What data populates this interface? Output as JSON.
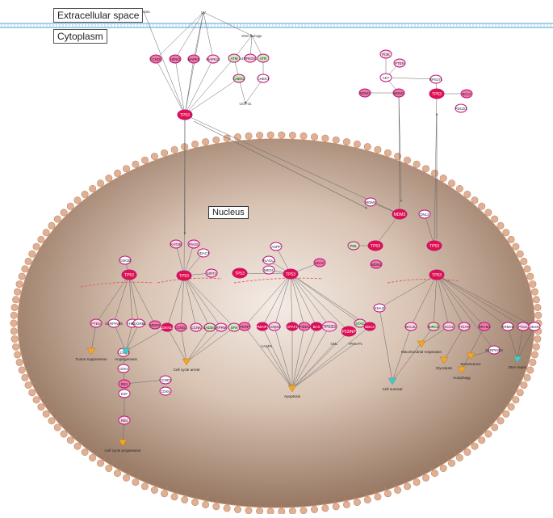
{
  "regions": {
    "extracellular": "Extracellular space",
    "cytoplasm": "Cytoplasm",
    "nucleus": "Nucleus"
  },
  "colors": {
    "node_strong": "#e0104f",
    "node_mid": "#f07aa8",
    "node_light": "#fbd7e6",
    "node_green": "#cfe9c0",
    "node_white": "#ffffff",
    "node_outline": "#c0157f",
    "function_orange": "#f5a623",
    "function_cyan": "#2fd0e0",
    "membrane_blue": "#a6cfe8",
    "nucleus_dark": "#8a6a54",
    "nucleus_light": "#f1e7e0",
    "envelope_bead": "#e0b094",
    "edge": "#666666",
    "inhibit": "#e35b5b"
  },
  "nodes": [
    {
      "id": "hypoxia",
      "label": "Hypoxia",
      "kind": "text"
    },
    {
      "id": "uv",
      "label": "UV",
      "kind": "text"
    },
    {
      "id": "dna_damage",
      "label": "DNA damage",
      "kind": "text"
    },
    {
      "id": "cdc14b",
      "label": "CDC14B",
      "kind": "text"
    },
    {
      "id": "cdk4d",
      "label": "CDK4/D",
      "kind": "text"
    },
    {
      "id": "ccnd1a",
      "label": "CCND1",
      "kind": "gene",
      "shade": "mid"
    },
    {
      "id": "hipk2",
      "label": "HIPK2",
      "kind": "gene",
      "shade": "mid"
    },
    {
      "id": "mapk8",
      "label": "MAPK8",
      "kind": "gene",
      "shade": "mid"
    },
    {
      "id": "mapk14",
      "label": "MAPK14",
      "kind": "gene",
      "shade": "light"
    },
    {
      "id": "atm",
      "label": "ATM",
      "kind": "gene",
      "shade": "green"
    },
    {
      "id": "prkdc",
      "label": "PRKDC",
      "kind": "gene",
      "shade": "light"
    },
    {
      "id": "atr",
      "label": "ATR",
      "kind": "gene",
      "shade": "green"
    },
    {
      "id": "chek2",
      "label": "CHEK2",
      "kind": "gene",
      "shade": "green"
    },
    {
      "id": "chek1",
      "label": "CHEK1",
      "kind": "gene",
      "shade": "white"
    },
    {
      "id": "ubc",
      "label": "UCH-31",
      "kind": "text"
    },
    {
      "id": "tp53_cyto",
      "label": "TP53",
      "kind": "gene",
      "shade": "strong"
    },
    {
      "id": "pi3k",
      "label": "PI3K",
      "kind": "gene",
      "shade": "light"
    },
    {
      "id": "pten_c",
      "label": "PTEN",
      "kind": "gene",
      "shade": "light"
    },
    {
      "id": "akt",
      "label": "AKT",
      "kind": "gene",
      "shade": "white"
    },
    {
      "id": "mdm2_a",
      "label": "MDM2",
      "kind": "gene",
      "shade": "mid"
    },
    {
      "id": "mdm2_b",
      "label": "MDM2",
      "kind": "gene",
      "shade": "mid"
    },
    {
      "id": "rps27l",
      "label": "RPS27L",
      "kind": "gene",
      "shade": "white"
    },
    {
      "id": "tp53_c2",
      "label": "TP53",
      "kind": "gene",
      "shade": "strong"
    },
    {
      "id": "bcl2",
      "label": "BCL2",
      "kind": "gene",
      "shade": "mid"
    },
    {
      "id": "pdcd1",
      "label": "PDCD1",
      "kind": "gene",
      "shade": "white"
    },
    {
      "id": "mdm4",
      "label": "MDM4",
      "kind": "gene",
      "shade": "white"
    },
    {
      "id": "mdm2_n",
      "label": "MDM2",
      "kind": "gene",
      "shade": "strong"
    },
    {
      "id": "dnl3",
      "label": "DNL3",
      "kind": "gene",
      "shade": "white"
    },
    {
      "id": "pml",
      "label": "PML",
      "kind": "gene",
      "shade": "green"
    },
    {
      "id": "tp53_n1",
      "label": "TP53",
      "kind": "gene",
      "shade": "strong"
    },
    {
      "id": "tp53_n2",
      "label": "TP53",
      "kind": "gene",
      "shade": "strong"
    },
    {
      "id": "mdm2_n2",
      "label": "MDM2",
      "kind": "gene",
      "shade": "mid"
    },
    {
      "id": "kat2b",
      "label": "KAT2B",
      "kind": "gene",
      "shade": "light"
    },
    {
      "id": "pias1",
      "label": "PIAS1",
      "kind": "gene",
      "shade": "light"
    },
    {
      "id": "hdac1",
      "label": "HDAC1",
      "kind": "gene",
      "shade": "white"
    },
    {
      "id": "sirt1",
      "label": "SIRT1",
      "kind": "gene",
      "shade": "light"
    },
    {
      "id": "tp53_k",
      "label": "TP53",
      "kind": "gene",
      "shade": "strong"
    },
    {
      "id": "gsk3b",
      "label": "GSK3B",
      "kind": "gene",
      "shade": "white"
    },
    {
      "id": "tp53_l",
      "label": "TP53",
      "kind": "gene",
      "shade": "strong"
    },
    {
      "id": "asp",
      "label": "ASPP",
      "kind": "gene",
      "shade": "white"
    },
    {
      "id": "plagl1",
      "label": "PLAGL1",
      "kind": "gene",
      "shade": "white"
    },
    {
      "id": "med1",
      "label": "MED1",
      "kind": "gene",
      "shade": "white"
    },
    {
      "id": "tp53_a",
      "label": "TP53",
      "kind": "gene",
      "shade": "strong"
    },
    {
      "id": "hda",
      "label": "HDAC",
      "kind": "gene",
      "shade": "mid"
    },
    {
      "id": "tp53_r",
      "label": "TP53",
      "kind": "gene",
      "shade": "strong"
    },
    {
      "id": "pten",
      "label": "PTEN",
      "kind": "gene",
      "shade": "light"
    },
    {
      "id": "serpinb5",
      "label": "SERPINB5",
      "kind": "gene",
      "shade": "white"
    },
    {
      "id": "thbs1",
      "label": "THBS1",
      "kind": "gene",
      "shade": "white"
    },
    {
      "id": "adgrb1",
      "label": "ADGRB1",
      "kind": "gene",
      "shade": "white"
    },
    {
      "id": "mdm2_l",
      "label": "MDM2",
      "kind": "gene",
      "shade": "mid"
    },
    {
      "id": "cdkn1a",
      "label": "CDKN1A",
      "kind": "gene",
      "shade": "strong"
    },
    {
      "id": "ccng1",
      "label": "CCNG1",
      "kind": "gene",
      "shade": "mid"
    },
    {
      "id": "ccnk",
      "label": "CCNK",
      "kind": "gene",
      "shade": "light"
    },
    {
      "id": "gadd45",
      "label": "GADD45",
      "kind": "gene",
      "shade": "green"
    },
    {
      "id": "rprm",
      "label": "RPRM",
      "kind": "gene",
      "shade": "light"
    },
    {
      "id": "sfn",
      "label": "SFN",
      "kind": "gene",
      "shade": "green"
    },
    {
      "id": "perp",
      "label": "PERP",
      "kind": "gene",
      "shade": "mid"
    },
    {
      "id": "pmaip1",
      "label": "PMAIP1",
      "kind": "gene",
      "shade": "strong"
    },
    {
      "id": "coq8a",
      "label": "COQ8A",
      "kind": "gene",
      "shade": "light"
    },
    {
      "id": "apaf1",
      "label": "APAF1",
      "kind": "gene",
      "shade": "strong"
    },
    {
      "id": "pidd1",
      "label": "PIDD1",
      "kind": "gene",
      "shade": "mid"
    },
    {
      "id": "bax",
      "label": "BAX",
      "kind": "gene",
      "shade": "strong"
    },
    {
      "id": "tp53i3",
      "label": "TP53I3",
      "kind": "gene",
      "shade": "light"
    },
    {
      "id": "tp53inp1",
      "label": "TP53INP1",
      "kind": "gene",
      "shade": "strong"
    },
    {
      "id": "stag",
      "label": "STAG",
      "kind": "gene",
      "shade": "green"
    },
    {
      "id": "bbc3",
      "label": "BBC3",
      "kind": "gene",
      "shade": "strong"
    },
    {
      "id": "casp6",
      "label": "CASP6",
      "kind": "text"
    },
    {
      "id": "gml",
      "label": "GML",
      "kind": "text"
    },
    {
      "id": "tp53ap1",
      "label": "TP53AP1",
      "kind": "text"
    },
    {
      "id": "tp53_s",
      "label": "TP53",
      "kind": "gene",
      "shade": "strong"
    },
    {
      "id": "snai2",
      "label": "SNAI2",
      "kind": "gene",
      "shade": "white"
    },
    {
      "id": "bcl2l",
      "label": "BCL2L",
      "kind": "gene",
      "shade": "light"
    },
    {
      "id": "birc5",
      "label": "BIRC5",
      "kind": "gene",
      "shade": "green"
    },
    {
      "id": "sco2",
      "label": "SCO2",
      "kind": "gene",
      "shade": "light"
    },
    {
      "id": "tigar",
      "label": "TIGAR",
      "kind": "gene",
      "shade": "light"
    },
    {
      "id": "dram1",
      "label": "DRAM1",
      "kind": "gene",
      "shade": "mid"
    },
    {
      "id": "serpine2",
      "label": "SERPINE2",
      "kind": "gene",
      "shade": "white"
    },
    {
      "id": "rrm2b",
      "label": "RRM2B",
      "kind": "gene",
      "shade": "white"
    },
    {
      "id": "polk",
      "label": "POLK",
      "kind": "gene",
      "shade": "light"
    },
    {
      "id": "sesn",
      "label": "SESN",
      "kind": "gene",
      "shade": "white"
    },
    {
      "id": "ccnd1b",
      "label": "CCND1",
      "kind": "gene",
      "shade": "white"
    },
    {
      "id": "cdk4",
      "label": "CDK4",
      "kind": "gene",
      "shade": "white"
    },
    {
      "id": "ccnd2",
      "label": "CCND2",
      "kind": "gene",
      "shade": "white"
    },
    {
      "id": "cdk6",
      "label": "CDK6",
      "kind": "gene",
      "shade": "white"
    },
    {
      "id": "rb1",
      "label": "RB1",
      "kind": "gene",
      "shade": "mid"
    },
    {
      "id": "e2f",
      "label": "E2F",
      "kind": "gene",
      "shade": "white"
    },
    {
      "id": "rb1b",
      "label": "RB1",
      "kind": "gene",
      "shade": "light"
    }
  ],
  "functions": [
    {
      "id": "tumor",
      "label": "Tumor suppression",
      "color": "orange"
    },
    {
      "id": "angio",
      "label": "Angiogenesis",
      "color": "cyan"
    },
    {
      "id": "arrest",
      "label": "Cell cycle arrest",
      "color": "orange"
    },
    {
      "id": "apoptosis",
      "label": "Apoptosis",
      "color": "orange"
    },
    {
      "id": "survival",
      "label": "Cell survival",
      "color": "cyan"
    },
    {
      "id": "mito",
      "label": "Mitochondrial respiration",
      "color": "orange"
    },
    {
      "id": "glyco",
      "label": "Glycolysis",
      "color": "orange"
    },
    {
      "id": "autophagy",
      "label": "Autophagy",
      "color": "orange"
    },
    {
      "id": "senescence",
      "label": "Senescence",
      "color": "orange"
    },
    {
      "id": "dnarepair",
      "label": "DNA repair",
      "color": "cyan"
    },
    {
      "id": "progression",
      "label": "Cell cycle progression",
      "color": "orange"
    }
  ]
}
